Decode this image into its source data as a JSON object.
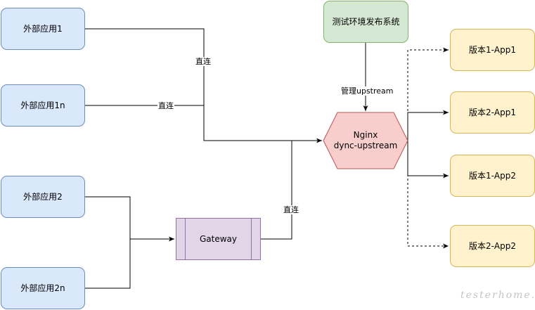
{
  "external_apps": [
    {
      "label": "外部应用1"
    },
    {
      "label": "外部应用1n"
    },
    {
      "label": "外部应用2"
    },
    {
      "label": "外部应用2n"
    }
  ],
  "publish_system": {
    "label": "测试环境发布系统"
  },
  "gateway": {
    "label": "Gateway"
  },
  "nginx": {
    "line1": "Nginx",
    "line2": "dync-upstream"
  },
  "versions": [
    {
      "label": "版本1-App1"
    },
    {
      "label": "版本2-App1"
    },
    {
      "label": "版本1-App2"
    },
    {
      "label": "版本2-App2"
    }
  ],
  "edge_labels": {
    "direct_1": "直连",
    "direct_1n": "直连",
    "direct_gateway": "直连",
    "manage_upstream": "管理upstream"
  },
  "watermark": "testerhome.com",
  "colors": {
    "external_fill": "#dae8fc",
    "external_stroke": "#6c8ebf",
    "version_fill": "#fff2cc",
    "version_stroke": "#d6b656",
    "publish_fill": "#d5e8d4",
    "publish_stroke": "#82b366",
    "gateway_fill": "#e1d5e7",
    "gateway_stroke": "#9673a6",
    "nginx_fill": "#f8cecc",
    "nginx_stroke": "#b85450"
  }
}
